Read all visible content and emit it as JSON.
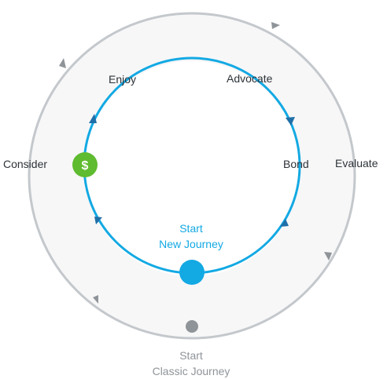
{
  "colors": {
    "outer_ring": "#c4c8cc",
    "outer_fill": "#f7f7f8",
    "inner_ring": "#13a9e3",
    "classic_dot": "#8f9499",
    "new_dot": "#13a9e3",
    "dollar_badge": "#5fbb2f"
  },
  "outer_labels": {
    "consider": "Consider",
    "evaluate": "Evaluate"
  },
  "inner_labels": {
    "enjoy": "Enjoy",
    "advocate": "Advocate",
    "bond": "Bond"
  },
  "new_journey": {
    "line1": "Start",
    "line2": "New Journey"
  },
  "classic_journey": {
    "line1": "Start",
    "line2": "Classic Journey"
  },
  "badge": {
    "icon": "dollar-icon",
    "symbol": "$"
  }
}
